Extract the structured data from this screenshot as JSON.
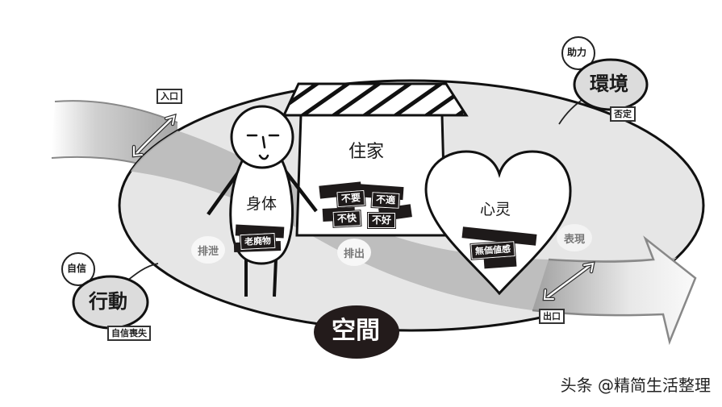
{
  "diagram": {
    "space": {
      "label": "空間"
    },
    "flow": {
      "entry_label": "入口",
      "exit_label": "出口"
    },
    "body": {
      "label": "身体",
      "tape": "老廃物",
      "release_label": "排泄"
    },
    "home": {
      "label": "住家",
      "tapes": [
        "不要",
        "不適",
        "不快",
        "不好"
      ],
      "release_label": "排出"
    },
    "heart": {
      "label": "心灵",
      "tape": "無価値感",
      "release_label": "表現"
    },
    "environment": {
      "label": "環境",
      "positive": "助力",
      "negative": "否定"
    },
    "action": {
      "label": "行動",
      "positive": "自信",
      "negative": "自信喪失"
    },
    "colors": {
      "outline": "#111111",
      "space_fill": "#e6e6e6",
      "flow_band": "#b8b8b8",
      "tape": "#1e1a1a",
      "space_badge": "#231b1b"
    }
  },
  "watermark": "头条 @精简生活整理"
}
